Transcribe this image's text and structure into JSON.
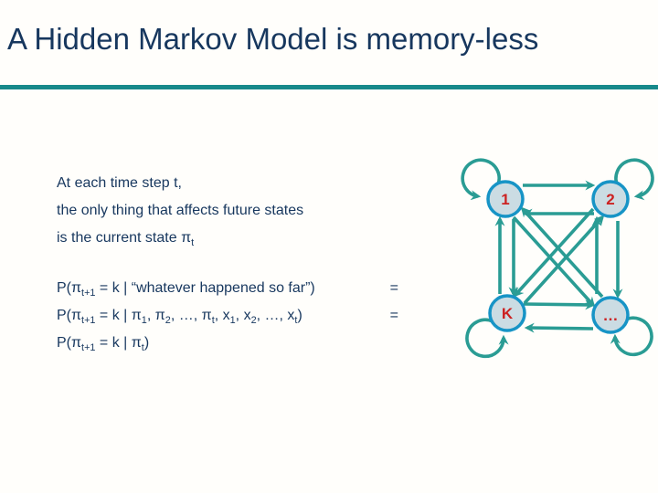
{
  "slide": {
    "title": "A Hidden Markov Model is memory-less",
    "colors": {
      "accent": "#17898A",
      "title_text": "#17375E",
      "body_text": "#17375E",
      "background": "#FFFEFB"
    },
    "intro_lines": [
      [
        {
          "t": "At each time step t,"
        }
      ],
      [
        {
          "t": "the only thing that affects future states"
        }
      ],
      [
        {
          "t": "is the current state "
        },
        {
          "t": "π"
        },
        {
          "s": "t"
        }
      ]
    ],
    "equations": [
      {
        "segs": [
          {
            "t": "P(π"
          },
          {
            "s": "t+1"
          },
          {
            "t": " = k | “whatever happened so far”)"
          }
        ],
        "rhs": "="
      },
      {
        "segs": [
          {
            "t": "P(π"
          },
          {
            "s": "t+1"
          },
          {
            "t": " = k | π"
          },
          {
            "s": "1"
          },
          {
            "t": ", π"
          },
          {
            "s": "2"
          },
          {
            "t": ", …, π"
          },
          {
            "s": "t"
          },
          {
            "t": ", x"
          },
          {
            "s": "1"
          },
          {
            "t": ", x"
          },
          {
            "s": "2"
          },
          {
            "t": ", …, x"
          },
          {
            "s": "t"
          },
          {
            "t": ")"
          }
        ],
        "rhs": "="
      },
      {
        "segs": [
          {
            "t": "P(π"
          },
          {
            "s": "t+1"
          },
          {
            "t": " = k | π"
          },
          {
            "s": "t"
          },
          {
            "t": ")"
          }
        ],
        "rhs": ""
      }
    ],
    "diagram": {
      "nodes": [
        {
          "label": "1"
        },
        {
          "label": "2"
        },
        {
          "label": "K"
        },
        {
          "label": "…"
        }
      ],
      "node_fill": "#CBDCE3",
      "node_border": "#1794C6",
      "label_color": "#CC2222",
      "edge_color": "#2A9C94"
    }
  }
}
